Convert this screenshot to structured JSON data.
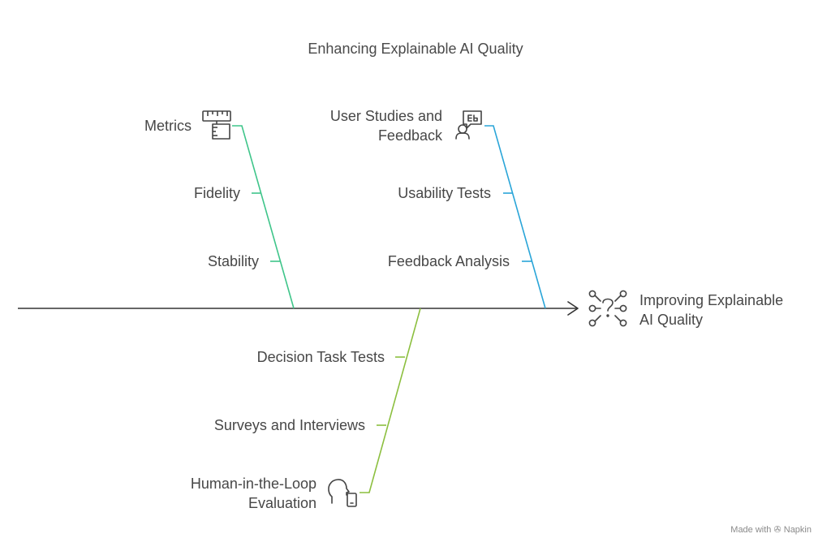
{
  "title": "Enhancing Explainable AI Quality",
  "effect": {
    "label_lines": [
      "Improving Explainable",
      "AI Quality"
    ],
    "icon": "question-network-icon"
  },
  "categories": [
    {
      "name": "metrics",
      "label_lines": [
        "Metrics"
      ],
      "icon": "ruler-icon",
      "color": "#3fc58a",
      "causes": [
        "Fidelity",
        "Stability"
      ]
    },
    {
      "name": "user-studies",
      "label_lines": [
        "User Studies and",
        "Feedback"
      ],
      "icon": "user-feedback-icon",
      "color": "#2aa5d8",
      "causes": [
        "Usability Tests",
        "Feedback Analysis"
      ]
    },
    {
      "name": "human-in-the-loop",
      "label_lines": [
        "Human-in-the-Loop",
        "Evaluation"
      ],
      "icon": "human-head-phone-icon",
      "color": "#8cbf3f",
      "causes": [
        "Decision Task Tests",
        "Surveys and Interviews"
      ]
    }
  ],
  "colors": {
    "spine": "#333333",
    "text": "#474747"
  },
  "watermark": "Made with ✇ Napkin"
}
